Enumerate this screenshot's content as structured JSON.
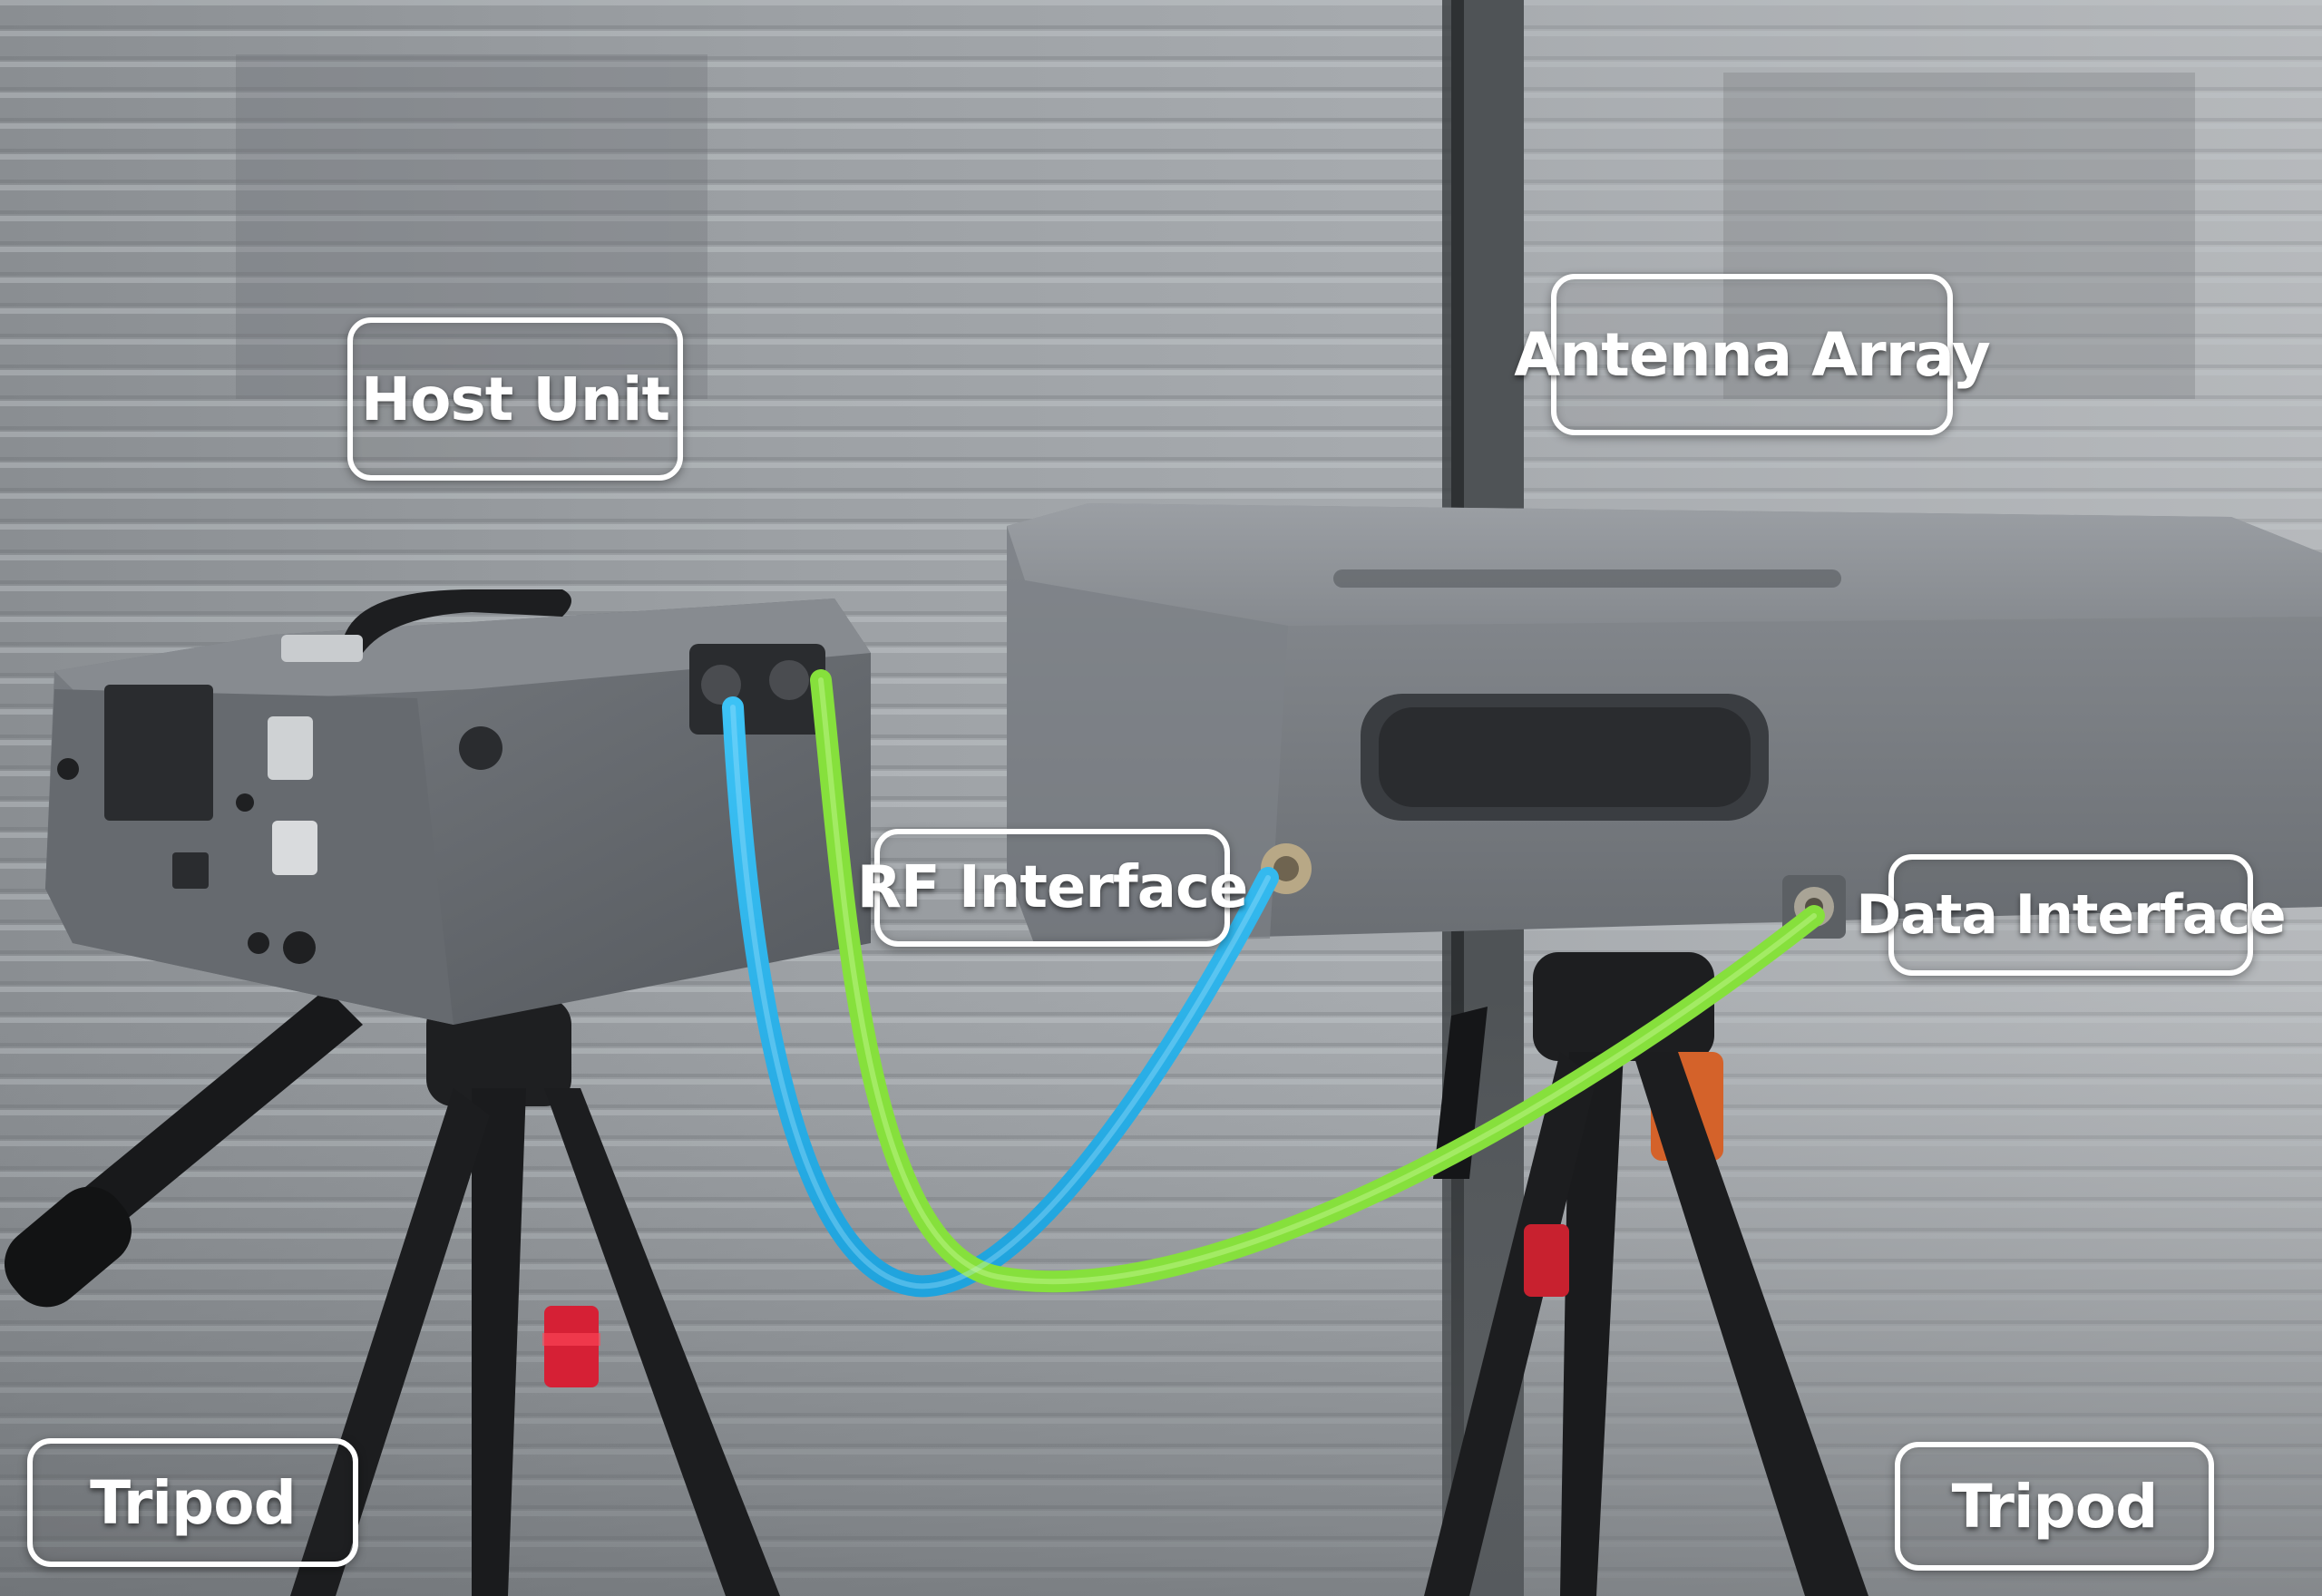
{
  "labels": {
    "host_unit": "Host Unit",
    "antenna_array": "Antenna Array",
    "rf_interface": "RF Interface",
    "data_interface": "Data Interface",
    "tripod_left": "Tripod",
    "tripod_right": "Tripod"
  },
  "colors": {
    "rf_cable": "#2ab4ec",
    "data_cable": "#86e03c",
    "label_border": "#ffffff",
    "device_body": "#6d7176",
    "tripod": "#1a1b1d",
    "tripod_accent": "#e0283a",
    "mount_accent": "#d8652a"
  }
}
